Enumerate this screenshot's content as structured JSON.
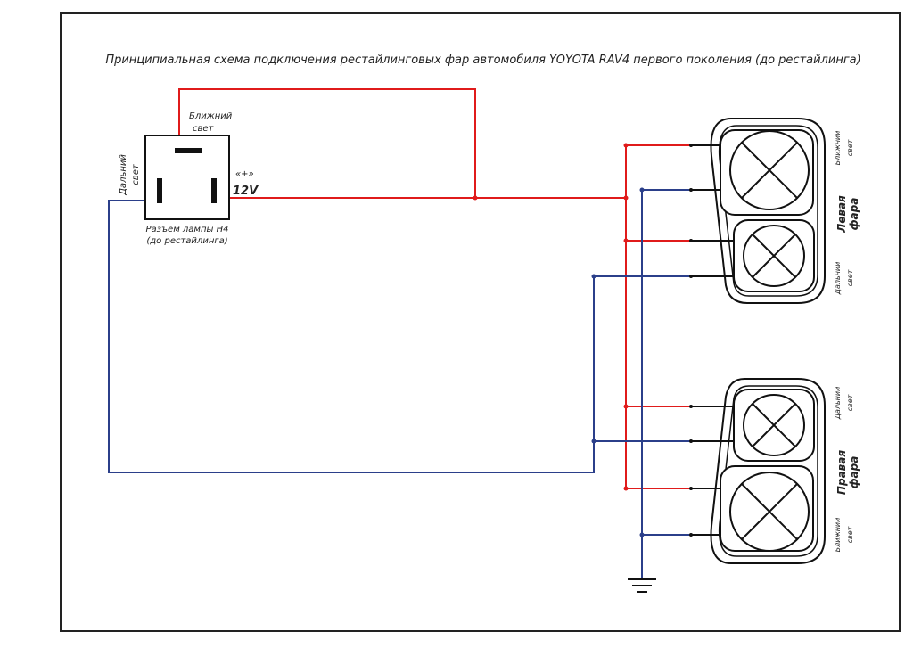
{
  "diagram": {
    "title": "Принципиальная схема подключения рестайлинговых фар автомобиля YOYOTA RAV4 первого поколения (до рестайлинга)",
    "connector": {
      "label_line1": "Разъем лампы Н4",
      "label_line2": "(до рестайлинга)",
      "low_beam_line1": "Ближний",
      "low_beam_line2": "свет",
      "high_beam_line1": "Дальний",
      "high_beam_line2": "свет",
      "plus_label": "«+»",
      "voltage_label": "12V"
    },
    "left_headlight": {
      "name_line1": "Левая",
      "name_line2": "фара",
      "low_beam_line1": "Ближний",
      "low_beam_line2": "свет",
      "high_beam_line1": "Дальний",
      "high_beam_line2": "свет"
    },
    "right_headlight": {
      "name_line1": "Правая",
      "name_line2": "фара",
      "low_beam_line1": "Ближний",
      "low_beam_line2": "свет",
      "high_beam_line1": "Дальний",
      "high_beam_line2": "свет"
    },
    "colors": {
      "positive_wire": "#e01b1b",
      "negative_wire": "#2b3f8a",
      "outline": "#111111"
    }
  }
}
